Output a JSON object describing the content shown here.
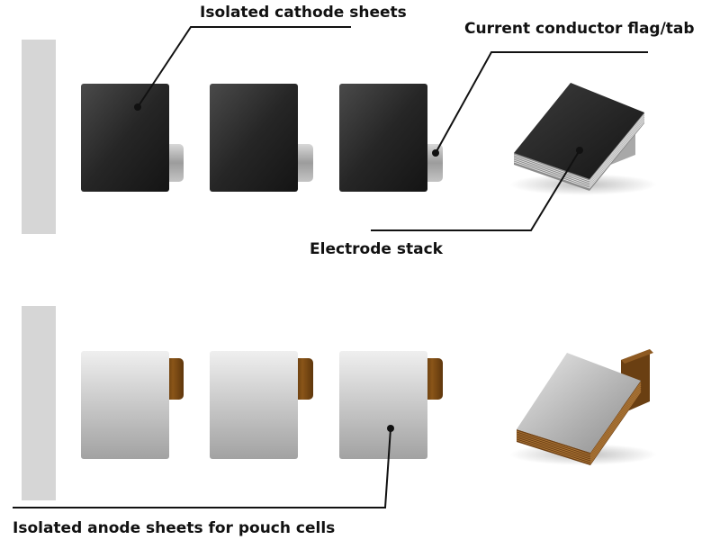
{
  "labels": {
    "cathode_sheets": "Isolated cathode sheets",
    "current_conductor_tab": "Current conductor flag/tab",
    "electrode_stack": "Electrode stack",
    "anode_sheets": "Isolated anode sheets for pouch cells"
  },
  "colors": {
    "cathode_dark": "#1c1c1c",
    "cathode_light": "#4a4a4a",
    "cathode_tab": "#a9a9a9",
    "anode_light": "#e6e6e6",
    "anode_dark": "#9a9a9a",
    "anode_tab": "#6a3f12",
    "stack_edge_cathode": "#8a8a8a",
    "stack_edge_anode": "#7a4a1a",
    "base_plate": "#d6d6d6",
    "leader_line": "#111111"
  },
  "rows": {
    "cathode": {
      "sheet_count": 3,
      "stack_layers": 8
    },
    "anode": {
      "sheet_count": 3,
      "stack_layers": 8
    }
  },
  "icons": [
    "cathode-sheet-icon",
    "anode-sheet-icon",
    "electrode-stack-icon",
    "base-plate-icon"
  ]
}
